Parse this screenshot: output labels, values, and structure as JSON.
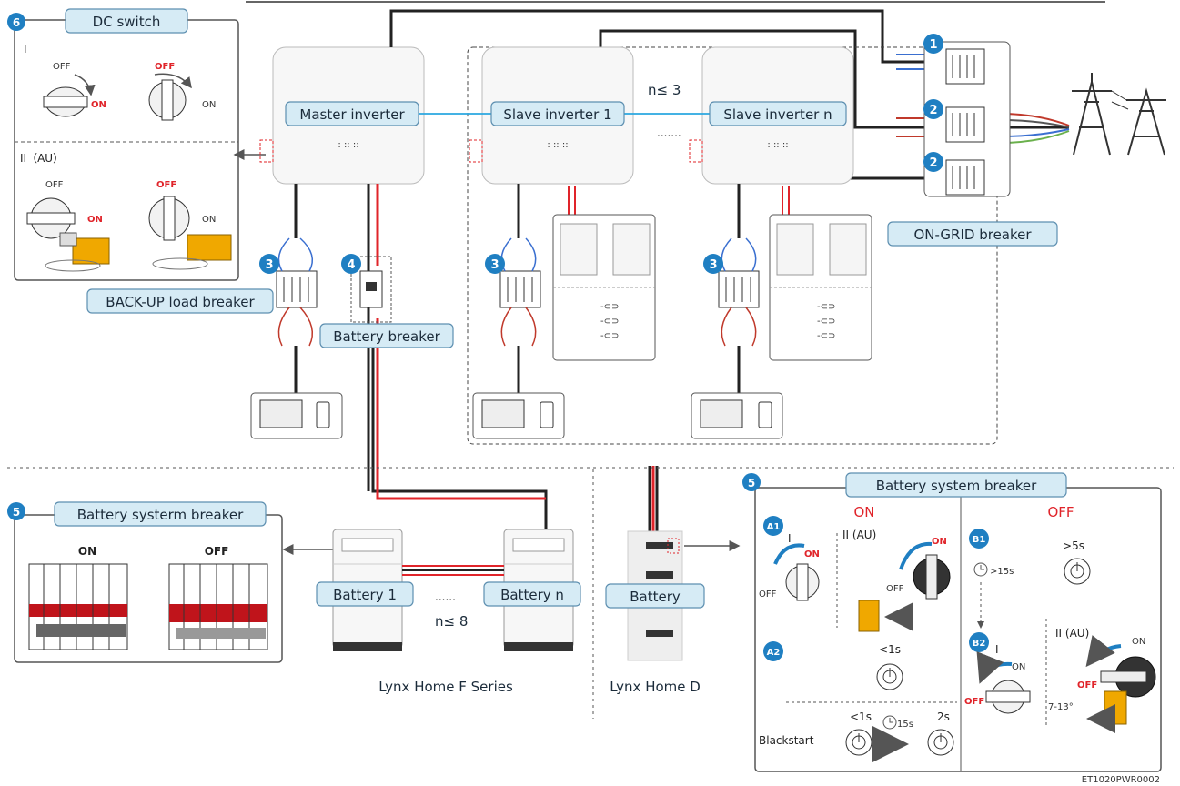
{
  "labels": {
    "dc_switch": "DC switch",
    "master_inverter": "Master inverter",
    "slave_inverter_1": "Slave inverter 1",
    "slave_inverter_n": "Slave inverter n",
    "n_le_3": "n≤ 3",
    "on_grid_breaker": "ON-GRID breaker",
    "backup_load_breaker": "BACK-UP load breaker",
    "battery_breaker": "Battery breaker",
    "battery_systerm_breaker": "Battery systerm breaker",
    "battery_system_breaker": "Battery system breaker",
    "battery_1": "Battery 1",
    "battery_n": "Battery n",
    "battery": "Battery",
    "n_le_8": "n≤ 8",
    "lynx_f": "Lynx Home F Series",
    "lynx_d": "Lynx Home D",
    "doc_code": "ET1020PWR0002"
  },
  "badges": {
    "b1": "1",
    "b2a": "2",
    "b2b": "2",
    "b3a": "3",
    "b3b": "3",
    "b3c": "3",
    "b4": "4",
    "b5a": "5",
    "b5b": "5",
    "b6": "6",
    "a1": "A1",
    "a2": "A2",
    "bb1": "B1",
    "bb2": "B2"
  },
  "dc_switch_panel": {
    "roman_1": "I",
    "roman_2": "II（AU）",
    "off": "OFF",
    "on": "ON"
  },
  "bsb_left": {
    "on": "ON",
    "off": "OFF"
  },
  "bsb_right": {
    "on_header": "ON",
    "off_header": "OFF",
    "i": "I",
    "ii_au": "II (AU)",
    "on": "ON",
    "off": "OFF",
    "gt15s": ">15s",
    "gt5s": ">5s",
    "lt1s": "<1s",
    "lt1s_b": "<1s",
    "t15s": "15s",
    "t2s": "2s",
    "deg": "7-13°",
    "blackstart": "Blackstart"
  },
  "colors": {
    "label_fill": "#d6ebf5",
    "label_stroke": "#5d8fb0",
    "badge": "#1f7fc2",
    "red": "#e0242a",
    "orange": "#f0a800",
    "link_blue": "#2aa7e0"
  }
}
